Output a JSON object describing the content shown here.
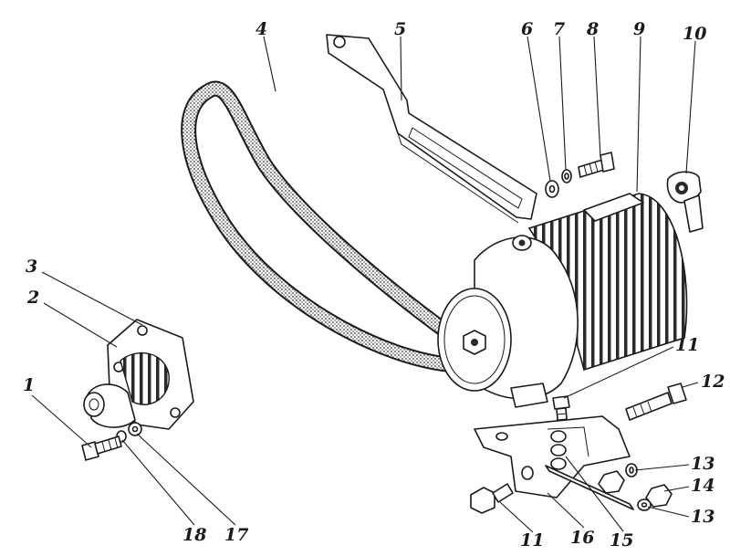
{
  "callouts": {
    "c1": "1",
    "c2": "2",
    "c3": "3",
    "c4": "4",
    "c5": "5",
    "c6": "6",
    "c7": "7",
    "c8": "8",
    "c9": "9",
    "c10": "10",
    "c11a": "11",
    "c12": "12",
    "c13a": "13",
    "c14": "14",
    "c13b": "13",
    "c15": "15",
    "c16": "16",
    "c11b": "11",
    "c17": "17",
    "c18": "18"
  },
  "colors": {
    "ink": "#1a1a1a",
    "paper": "#ffffff",
    "texture": "#3a3a3a"
  }
}
